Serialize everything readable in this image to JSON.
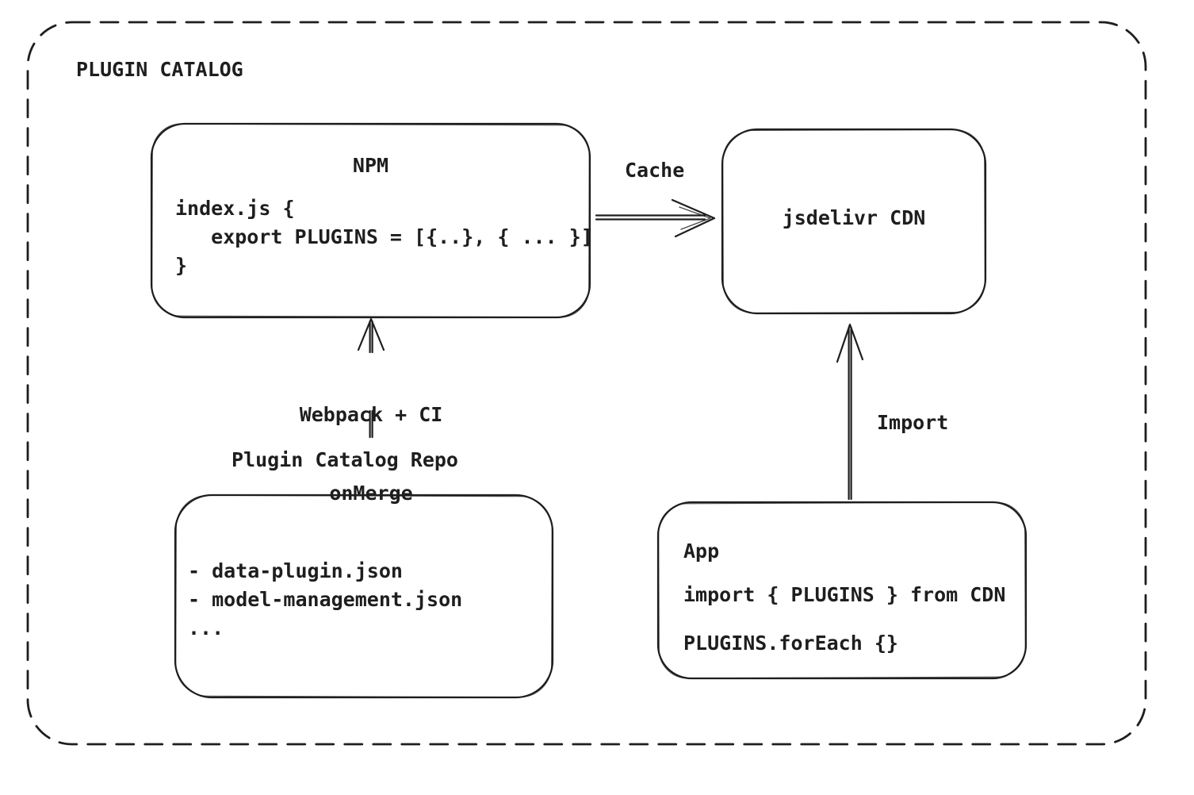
{
  "diagram": {
    "title": "PLUGIN CATALOG",
    "nodes": {
      "npm": {
        "title": "NPM",
        "code": "index.js {\n   export PLUGINS = [{..}, { ... }]\n}"
      },
      "cdn": {
        "title": "jsdelivr CDN"
      },
      "repo": {
        "label": "Plugin Catalog Repo",
        "files": "- data-plugin.json\n- model-management.json\n..."
      },
      "app": {
        "title": "App",
        "import_line": "import { PLUGINS } from CDN",
        "foreach_line": "PLUGINS.forEach {}"
      }
    },
    "edges": {
      "cache": {
        "label": "Cache",
        "from": "NPM",
        "to": "jsdelivr CDN"
      },
      "build": {
        "label_line1": "Webpack + CI",
        "label_line2": "onMerge",
        "from": "Plugin Catalog Repo",
        "to": "NPM"
      },
      "import": {
        "label": "Import",
        "from": "App",
        "to": "jsdelivr CDN"
      }
    },
    "colors": {
      "ink": "#1e1e1e",
      "background": "#ffffff"
    }
  }
}
